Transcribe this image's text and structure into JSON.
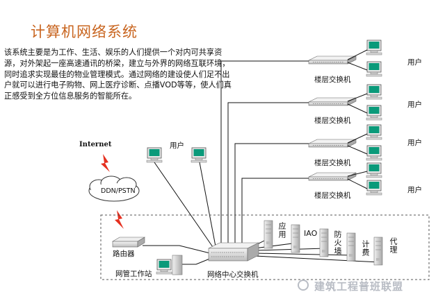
{
  "title": "计算机网络系统",
  "description": "该系统主要是为工作、生活、娱乐的人们提供一个对内可共享资源，对外架起一座高速通讯的桥梁，建立与外界的网络互联环境，同时追求实现最佳的物业管理模式。通过网络的建设使人们足不出户就可以进行电子购物、网上医疗诊断、点播VOD等等，使人们真正感受到全方位信息服务的智能所在。",
  "labels": {
    "floor_switch": "楼层交换机",
    "user": "用户",
    "internet": "Internet",
    "ddn": "DDN/PSTN",
    "router": "路由器",
    "mgmt": "网管工作站",
    "core": "网络中心交换机",
    "server_app": "应用",
    "server_iao": "IAO",
    "server_fw": "防火墙",
    "server_bill": "计费",
    "server_proxy": "代理"
  },
  "watermark": "建筑工程普班联盟",
  "colors": {
    "title": "#c8641e",
    "monitor_screen": "#0a9a7a",
    "lightning": "#e53020",
    "line": "#111111"
  }
}
